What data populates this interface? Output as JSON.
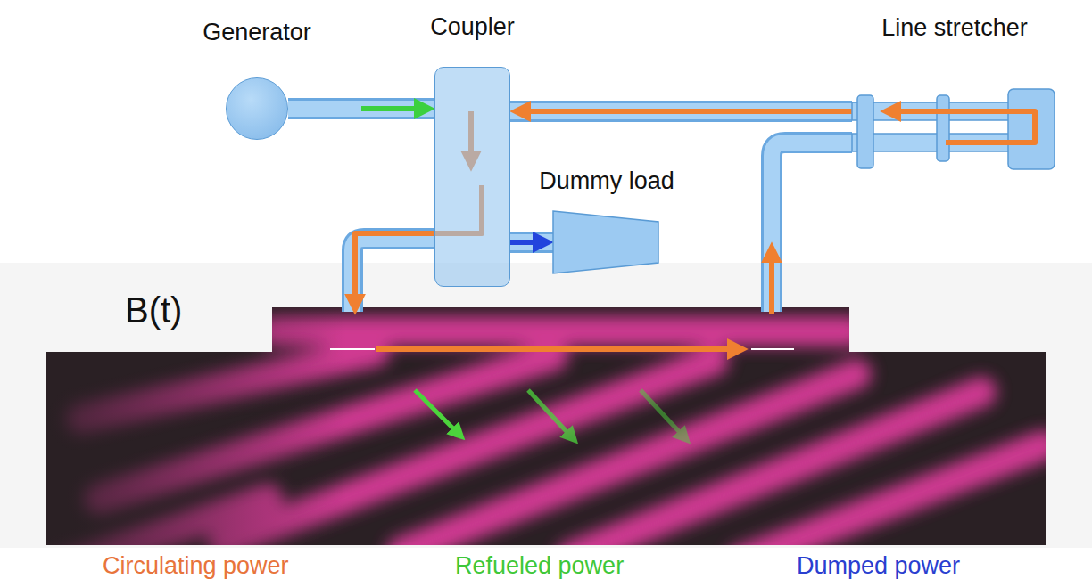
{
  "diagram": {
    "nodes": [
      {
        "text": [
          "Generator"
        ]
      },
      {
        "text": [
          "Coupler"
        ]
      },
      {
        "text": [
          "Line stretcher"
        ]
      },
      {
        "text": [
          "Dummy load"
        ]
      }
    ],
    "edges": [
      {
        "from": 0,
        "to": 1,
        "arrow": "to"
      },
      {
        "from": 2,
        "to": 1,
        "arrow": "to"
      },
      {
        "from": 1,
        "to": 3,
        "arrow": "to"
      }
    ],
    "labels": [
      "B(t)",
      "Circulating power",
      "Refueled power",
      "Dumped power"
    ]
  }
}
